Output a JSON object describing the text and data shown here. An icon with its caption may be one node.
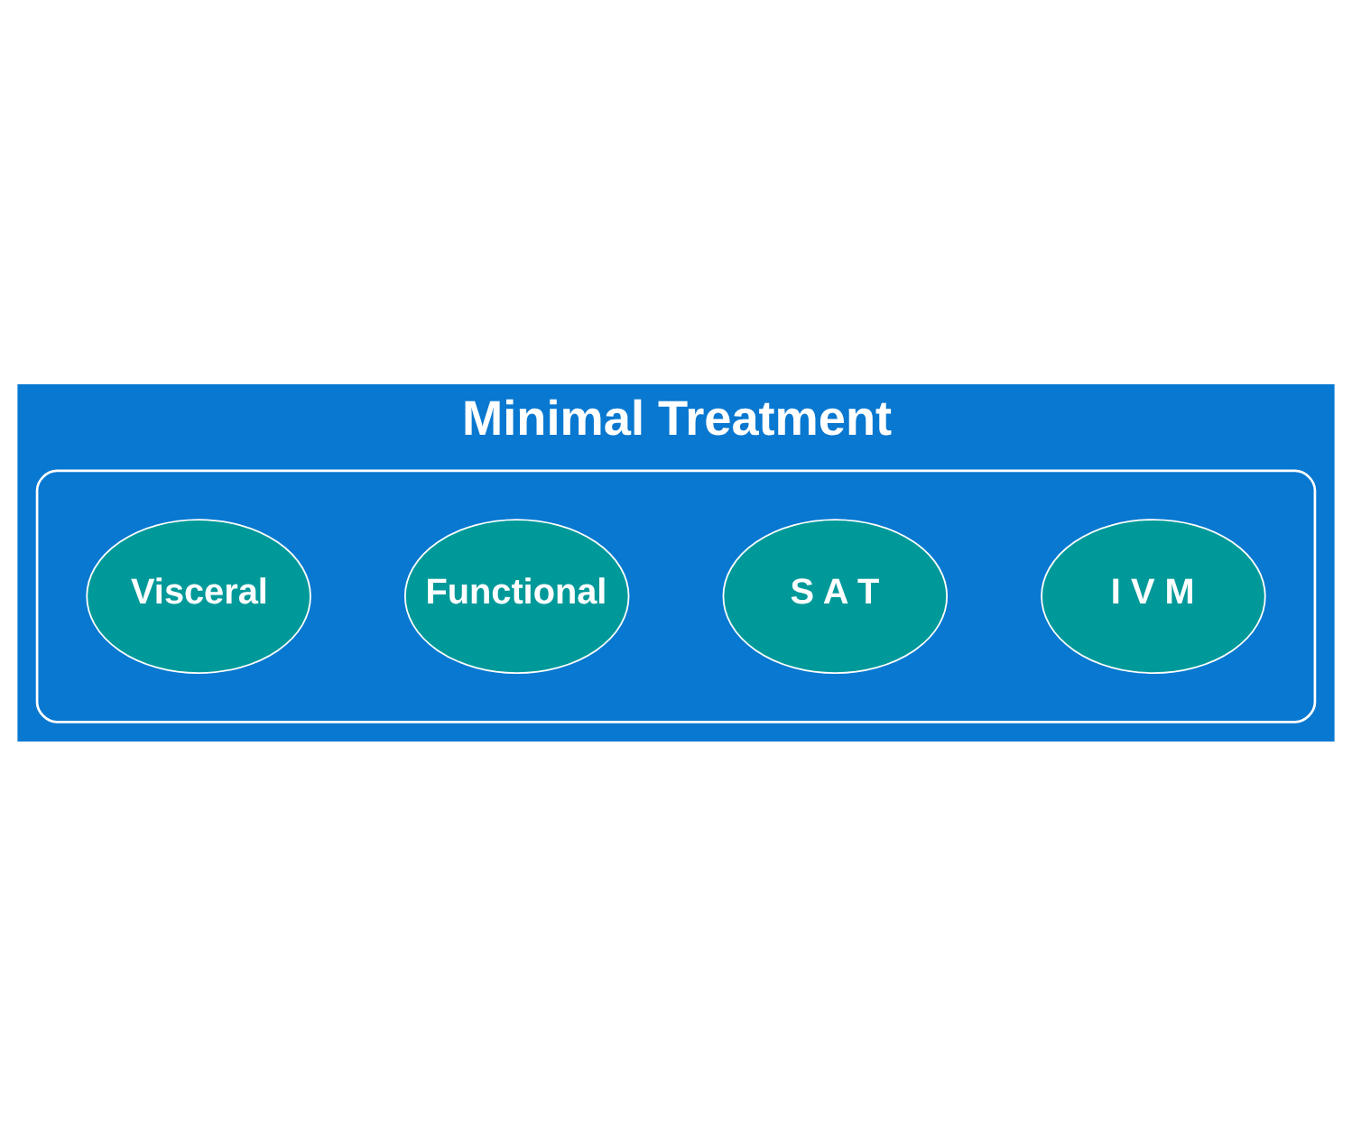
{
  "diagram": {
    "title": "Minimal Treatment",
    "nodes": [
      {
        "text": [],
        "shape": "ellipse"
      },
      {
        "text": [
          "Visceral"
        ],
        "in": 0
      },
      {
        "text": [
          "Functional"
        ],
        "in": 0
      },
      {
        "text": [
          "S A T"
        ],
        "in": 0
      },
      {
        "text": [
          "I V M"
        ],
        "in": 0
      }
    ],
    "edges": []
  }
}
